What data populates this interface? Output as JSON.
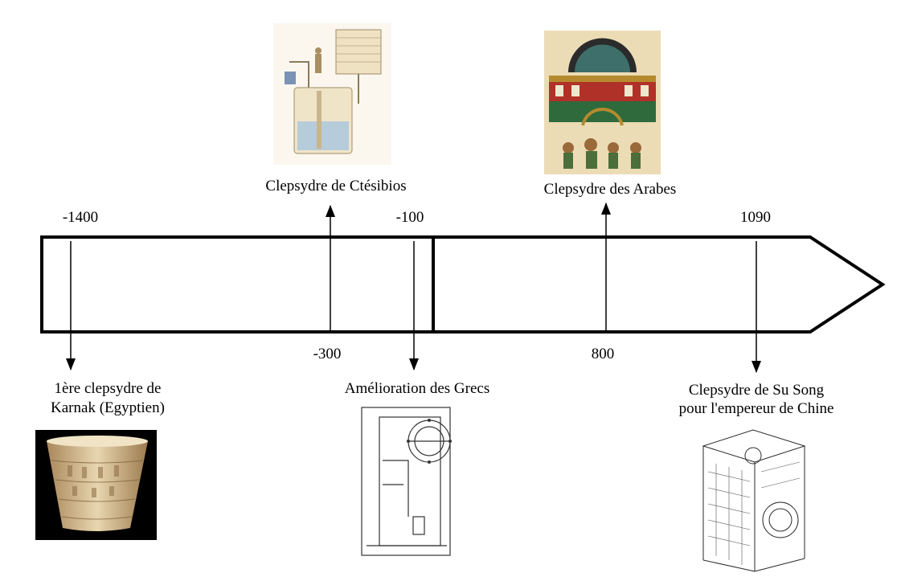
{
  "timeline": {
    "dates": {
      "d1": "-1400",
      "d2": "-300",
      "d3": "-100",
      "d4": "800",
      "d5": "1090"
    },
    "events": {
      "e1_line1": "1ère clepsydre de",
      "e1_line2": "Karnak (Egyptien)",
      "e2": "Clepsydre de Ctésibios",
      "e3": "Amélioration des Grecs",
      "e4": "Clepsydre des Arabes",
      "e5_line1": "Clepsydre de Su Song",
      "e5_line2": "pour l'empereur de Chine"
    }
  },
  "colors": {
    "stroke": "#000000",
    "background": "#ffffff"
  }
}
